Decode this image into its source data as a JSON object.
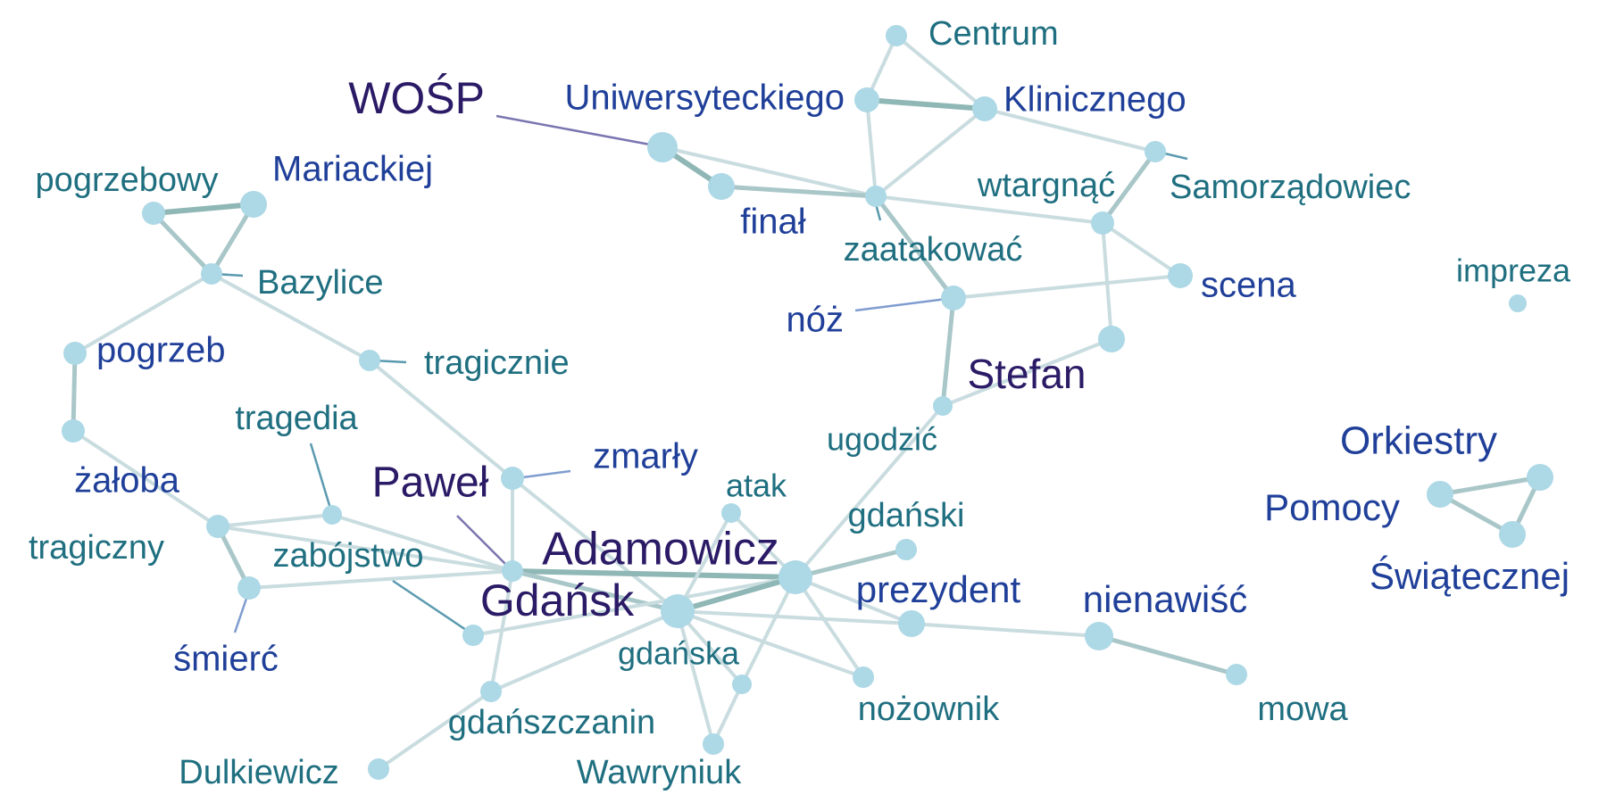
{
  "palette": {
    "node": "#add8e6",
    "edge_light": "#c9dcdf",
    "edge_mid": "#a9c7c8",
    "edge_dark": "#8fb7b5",
    "leader_dark": "#7a75b0",
    "leader_blue": "#7f9ccf",
    "leader_teal": "#5b9ab0",
    "label_tier1": "#2b1a66",
    "label_tier2": "#1f3f99",
    "label_tier3": "#1f6f80"
  },
  "nodes": [
    {
      "id": "centrum",
      "label": "Centrum",
      "tier": 3
    },
    {
      "id": "uniwersyteckiego",
      "label": "Uniwersyteckiego",
      "tier": 2
    },
    {
      "id": "klinicznego",
      "label": "Klinicznego",
      "tier": 2
    },
    {
      "id": "wosp",
      "label": "WOŚP",
      "tier": 1
    },
    {
      "id": "samorzadowiec",
      "label": "Samorządowiec",
      "tier": 3
    },
    {
      "id": "final",
      "label": "finał",
      "tier": 2
    },
    {
      "id": "zaatakowac",
      "label": "zaatakować",
      "tier": 3
    },
    {
      "id": "wtargnac",
      "label": "wtargnąć",
      "tier": 3
    },
    {
      "id": "scena",
      "label": "scena",
      "tier": 2
    },
    {
      "id": "noz",
      "label": "nóż",
      "tier": 2
    },
    {
      "id": "stefan",
      "label": "Stefan",
      "tier": 1
    },
    {
      "id": "stefan_w",
      "label": "",
      "tier": 0
    },
    {
      "id": "ugodzic",
      "label": "ugodzić",
      "tier": 3
    },
    {
      "id": "impreza",
      "label": "impreza",
      "tier": 3
    },
    {
      "id": "pogrzebowy",
      "label": "pogrzebowy",
      "tier": 3
    },
    {
      "id": "mariackiej",
      "label": "Mariackiej",
      "tier": 2
    },
    {
      "id": "bazylice",
      "label": "Bazylice",
      "tier": 3
    },
    {
      "id": "pogrzeb",
      "label": "pogrzeb",
      "tier": 2
    },
    {
      "id": "zaloba",
      "label": "żałoba",
      "tier": 2
    },
    {
      "id": "tragicznie",
      "label": "tragicznie",
      "tier": 3
    },
    {
      "id": "tragedia",
      "label": "tragedia",
      "tier": 3
    },
    {
      "id": "tragiczny",
      "label": "tragiczny",
      "tier": 3
    },
    {
      "id": "zabojstwo",
      "label": "zabójstwo",
      "tier": 3
    },
    {
      "id": "smierc",
      "label": "śmierć",
      "tier": 2
    },
    {
      "id": "zmarly",
      "label": "zmarły",
      "tier": 2
    },
    {
      "id": "pawel",
      "label": "Paweł",
      "tier": 1
    },
    {
      "id": "adamowicz",
      "label": "Adamowicz",
      "tier": 1
    },
    {
      "id": "gdansk",
      "label": "Gdańsk",
      "tier": 1
    },
    {
      "id": "atak",
      "label": "atak",
      "tier": 3
    },
    {
      "id": "gdanski",
      "label": "gdański",
      "tier": 3
    },
    {
      "id": "prezydent",
      "label": "prezydent",
      "tier": 2
    },
    {
      "id": "gdanska",
      "label": "gdańska",
      "tier": 3
    },
    {
      "id": "nozownik",
      "label": "nożownik",
      "tier": 3
    },
    {
      "id": "nienawisc",
      "label": "nienawiść",
      "tier": 2
    },
    {
      "id": "mowa",
      "label": "mowa",
      "tier": 3
    },
    {
      "id": "gdanszczanin",
      "label": "gdańszczanin",
      "tier": 3
    },
    {
      "id": "dulkiewicz",
      "label": "Dulkiewicz",
      "tier": 3
    },
    {
      "id": "wawryniuk",
      "label": "Wawryniuk",
      "tier": 3
    },
    {
      "id": "orkiestry",
      "label": "Orkiestry",
      "tier": 2
    },
    {
      "id": "pomocy",
      "label": "Pomocy",
      "tier": 2
    },
    {
      "id": "swiatecznej",
      "label": "Świątecznej",
      "tier": 2
    }
  ],
  "edges": [
    {
      "source": "centrum",
      "target": "uniwersyteckiego",
      "weight": 1
    },
    {
      "source": "centrum",
      "target": "klinicznego",
      "weight": 1
    },
    {
      "source": "uniwersyteckiego",
      "target": "klinicznego",
      "weight": 3
    },
    {
      "source": "uniwersyteckiego",
      "target": "zaatakowac",
      "weight": 1
    },
    {
      "source": "klinicznego",
      "target": "zaatakowac",
      "weight": 1
    },
    {
      "source": "klinicznego",
      "target": "samorzadowiec",
      "weight": 1
    },
    {
      "source": "samorzadowiec",
      "target": "wtargnac",
      "weight": 2
    },
    {
      "source": "wosp",
      "target": "final",
      "weight": 3
    },
    {
      "source": "wosp",
      "target": "zaatakowac",
      "weight": 1
    },
    {
      "source": "final",
      "target": "zaatakowac",
      "weight": 2
    },
    {
      "source": "zaatakowac",
      "target": "wtargnac",
      "weight": 1
    },
    {
      "source": "zaatakowac",
      "target": "noz",
      "weight": 2
    },
    {
      "source": "wtargnac",
      "target": "scena",
      "weight": 1
    },
    {
      "source": "wtargnac",
      "target": "stefan_w",
      "weight": 1
    },
    {
      "source": "noz",
      "target": "scena",
      "weight": 1
    },
    {
      "source": "noz",
      "target": "ugodzic",
      "weight": 2
    },
    {
      "source": "stefan_w",
      "target": "ugodzic",
      "weight": 1
    },
    {
      "source": "ugodzic",
      "target": "adamowicz",
      "weight": 1
    },
    {
      "source": "pogrzebowy",
      "target": "mariackiej",
      "weight": 3
    },
    {
      "source": "pogrzebowy",
      "target": "bazylice",
      "weight": 2
    },
    {
      "source": "mariackiej",
      "target": "bazylice",
      "weight": 2
    },
    {
      "source": "bazylice",
      "target": "pogrzeb",
      "weight": 1
    },
    {
      "source": "bazylice",
      "target": "tragicznie",
      "weight": 1
    },
    {
      "source": "pogrzeb",
      "target": "zaloba",
      "weight": 2
    },
    {
      "source": "tragicznie",
      "target": "zmarly",
      "weight": 1
    },
    {
      "source": "zaloba",
      "target": "tragiczny",
      "weight": 1
    },
    {
      "source": "tragiczny",
      "target": "tragedia",
      "weight": 1
    },
    {
      "source": "tragiczny",
      "target": "smierc",
      "weight": 2
    },
    {
      "source": "tragiczny",
      "target": "pawel",
      "weight": 1
    },
    {
      "source": "tragedia",
      "target": "pawel",
      "weight": 1
    },
    {
      "source": "smierc",
      "target": "pawel",
      "weight": 1
    },
    {
      "source": "zmarly",
      "target": "pawel",
      "weight": 1
    },
    {
      "source": "zmarly",
      "target": "gdansk",
      "weight": 1
    },
    {
      "source": "pawel",
      "target": "adamowicz",
      "weight": 3
    },
    {
      "source": "pawel",
      "target": "gdansk",
      "weight": 2
    },
    {
      "source": "zabojstwo",
      "target": "adamowicz",
      "weight": 1
    },
    {
      "source": "adamowicz",
      "target": "gdansk",
      "weight": 3
    },
    {
      "source": "adamowicz",
      "target": "gdanski",
      "weight": 2
    },
    {
      "source": "adamowicz",
      "target": "prezydent",
      "weight": 1
    },
    {
      "source": "adamowicz",
      "target": "atak",
      "weight": 1
    },
    {
      "source": "adamowicz",
      "target": "nozownik",
      "weight": 1
    },
    {
      "source": "adamowicz",
      "target": "gdanska",
      "weight": 1
    },
    {
      "source": "gdansk",
      "target": "prezydent",
      "weight": 1
    },
    {
      "source": "gdansk",
      "target": "atak",
      "weight": 1
    },
    {
      "source": "gdansk",
      "target": "gdanska",
      "weight": 1
    },
    {
      "source": "gdansk",
      "target": "wawryniuk",
      "weight": 1
    },
    {
      "source": "gdansk",
      "target": "nozownik",
      "weight": 1
    },
    {
      "source": "gdansk",
      "target": "gdanszczanin",
      "weight": 1
    },
    {
      "source": "pawel",
      "target": "gdanszczanin",
      "weight": 1
    },
    {
      "source": "gdanska",
      "target": "wawryniuk",
      "weight": 1
    },
    {
      "source": "gdanszczanin",
      "target": "dulkiewicz",
      "weight": 1
    },
    {
      "source": "prezydent",
      "target": "nienawisc",
      "weight": 1
    },
    {
      "source": "nienawisc",
      "target": "mowa",
      "weight": 2
    },
    {
      "source": "orkiestry",
      "target": "pomocy",
      "weight": 2
    },
    {
      "source": "orkiestry",
      "target": "swiatecznej",
      "weight": 2
    },
    {
      "source": "pomocy",
      "target": "swiatecznej",
      "weight": 2
    }
  ]
}
